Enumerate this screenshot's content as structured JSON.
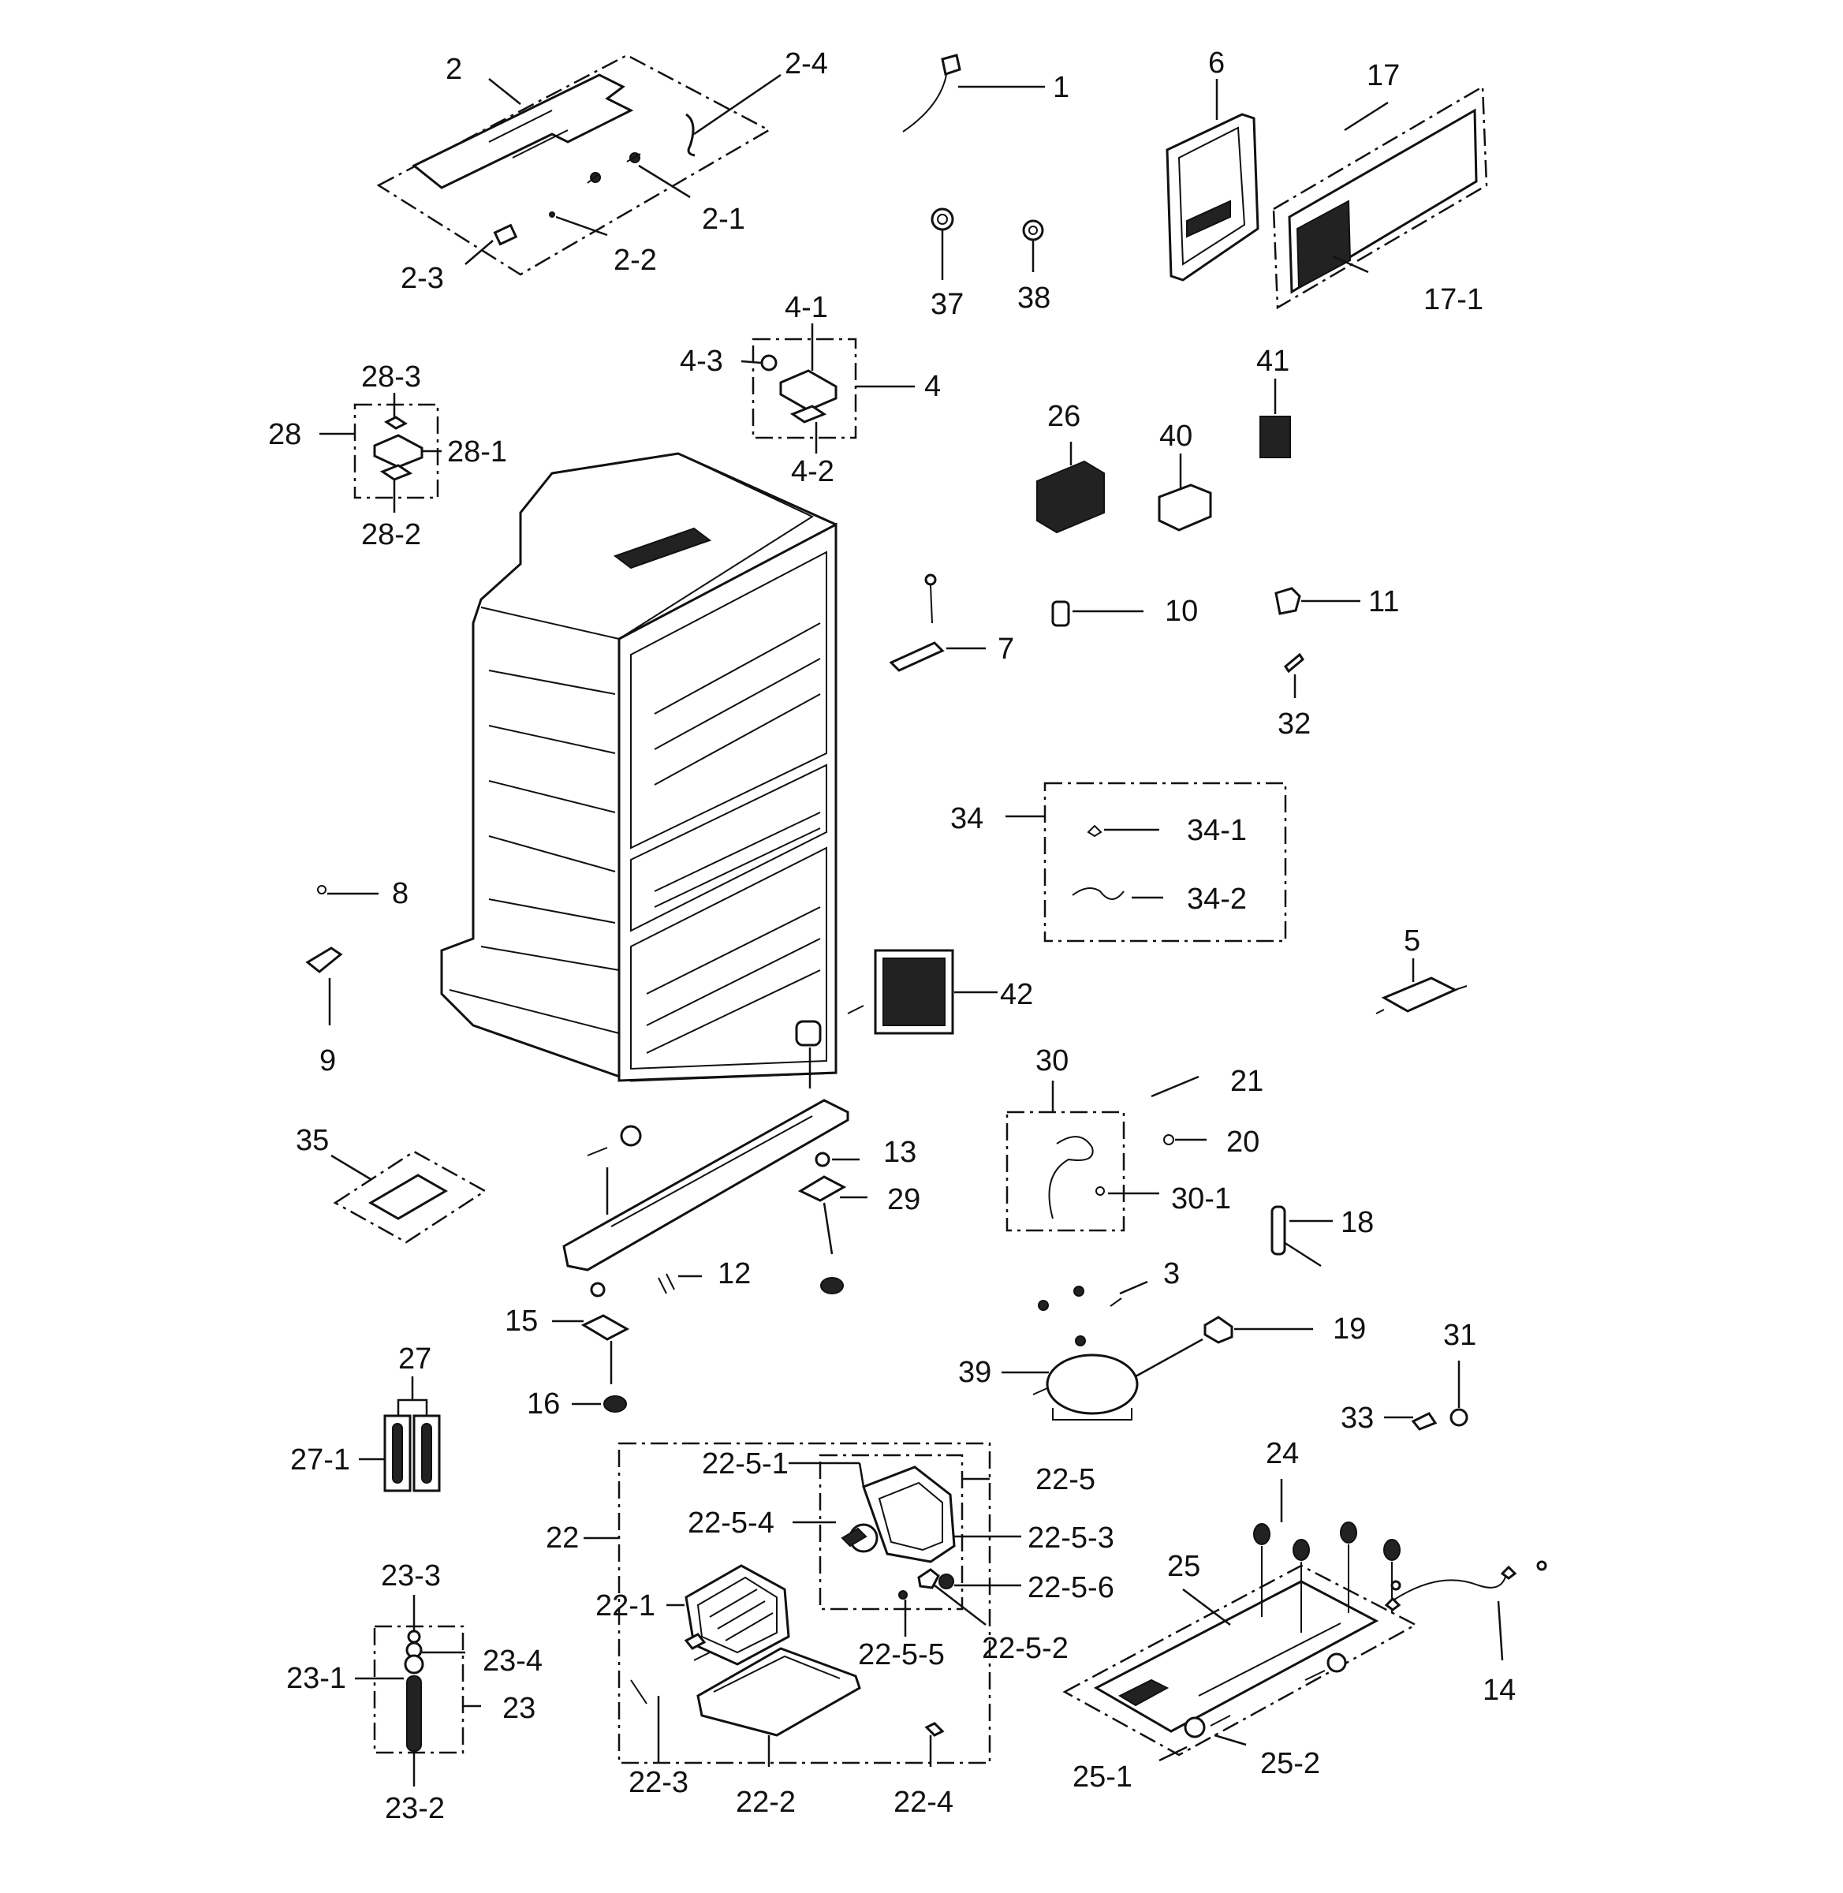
{
  "labels": {
    "p2": "2",
    "p2_4": "2-4",
    "p2_1": "2-1",
    "p2_2": "2-2",
    "p2_3": "2-3",
    "p1": "1",
    "p6": "6",
    "p17": "17",
    "p17_1": "17-1",
    "p37": "37",
    "p38": "38",
    "p4_1": "4-1",
    "p4_3": "4-3",
    "p4": "4",
    "p4_2": "4-2",
    "p28_3": "28-3",
    "p28": "28",
    "p28_1": "28-1",
    "p28_2": "28-2",
    "p41": "41",
    "p26": "26",
    "p40": "40",
    "p10": "10",
    "p11": "11",
    "p7": "7",
    "p32": "32",
    "p34": "34",
    "p34_1": "34-1",
    "p34_2": "34-2",
    "p8": "8",
    "p9": "9",
    "p5": "5",
    "p42": "42",
    "p30": "30",
    "p21": "21",
    "p20": "20",
    "p30_1": "30-1",
    "p18": "18",
    "p35": "35",
    "p13": "13",
    "p29": "29",
    "p12": "12",
    "p15": "15",
    "p16": "16",
    "p3": "3",
    "p19": "19",
    "p39": "39",
    "p31": "31",
    "p33": "33",
    "p27": "27",
    "p27_1": "27-1",
    "p22_5_1": "22-5-1",
    "p22_5": "22-5",
    "p22_5_4": "22-5-4",
    "p22": "22",
    "p22_5_3": "22-5-3",
    "p22_1": "22-1",
    "p22_5_6": "22-5-6",
    "p22_5_5": "22-5-5",
    "p22_5_2": "22-5-2",
    "p22_3": "22-3",
    "p22_2": "22-2",
    "p22_4": "22-4",
    "p23_3": "23-3",
    "p23_4": "23-4",
    "p23_1": "23-1",
    "p23": "23",
    "p23_2": "23-2",
    "p24": "24",
    "p25": "25",
    "p14": "14",
    "p25_1": "25-1",
    "p25_2": "25-2"
  }
}
